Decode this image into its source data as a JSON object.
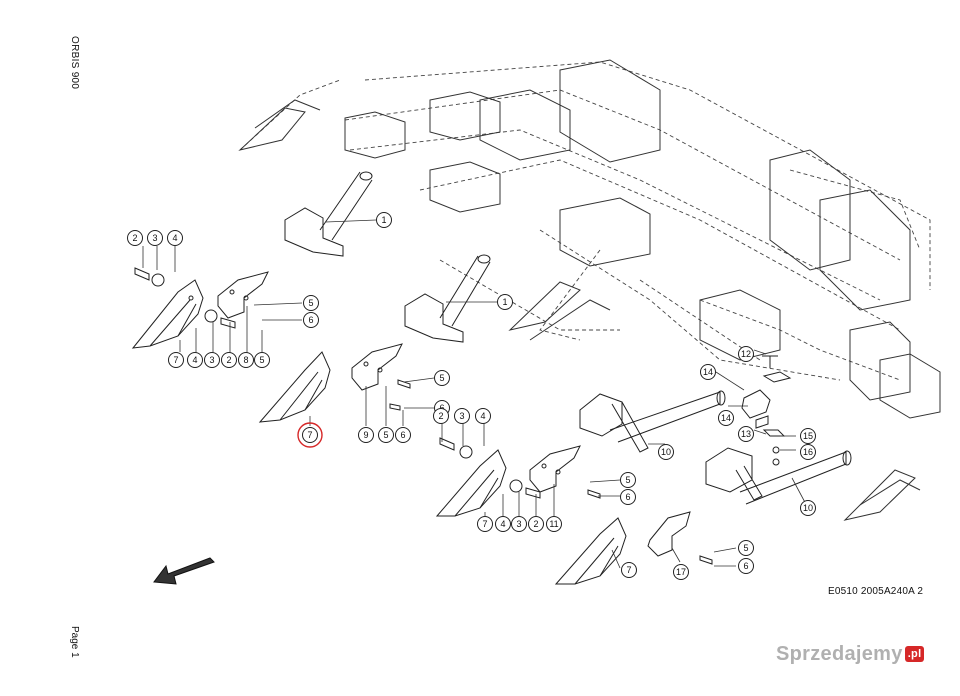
{
  "document": {
    "model_title": "ORBIS 900",
    "page_label": "Page 1",
    "drawing_code": "E0510 2005A240A 2"
  },
  "watermark": {
    "text": "Sprzedajemy",
    "suffix": ".pl",
    "accent_color": "#d62828"
  },
  "highlight_color": "#d62828",
  "callouts": [
    {
      "n": "1"
    },
    {
      "n": "1"
    },
    {
      "n": "2"
    },
    {
      "n": "3"
    },
    {
      "n": "4"
    },
    {
      "n": "5"
    },
    {
      "n": "6"
    },
    {
      "n": "7"
    },
    {
      "n": "4"
    },
    {
      "n": "3"
    },
    {
      "n": "2"
    },
    {
      "n": "8"
    },
    {
      "n": "5"
    },
    {
      "n": "7"
    },
    {
      "n": "5"
    },
    {
      "n": "6"
    },
    {
      "n": "9"
    },
    {
      "n": "5"
    },
    {
      "n": "6"
    },
    {
      "n": "2"
    },
    {
      "n": "3"
    },
    {
      "n": "4"
    },
    {
      "n": "5"
    },
    {
      "n": "6"
    },
    {
      "n": "7"
    },
    {
      "n": "4"
    },
    {
      "n": "3"
    },
    {
      "n": "2"
    },
    {
      "n": "11"
    },
    {
      "n": "10"
    },
    {
      "n": "10"
    },
    {
      "n": "14"
    },
    {
      "n": "12"
    },
    {
      "n": "14"
    },
    {
      "n": "13"
    },
    {
      "n": "15"
    },
    {
      "n": "16"
    },
    {
      "n": "7"
    },
    {
      "n": "17"
    },
    {
      "n": "5"
    },
    {
      "n": "6"
    }
  ]
}
